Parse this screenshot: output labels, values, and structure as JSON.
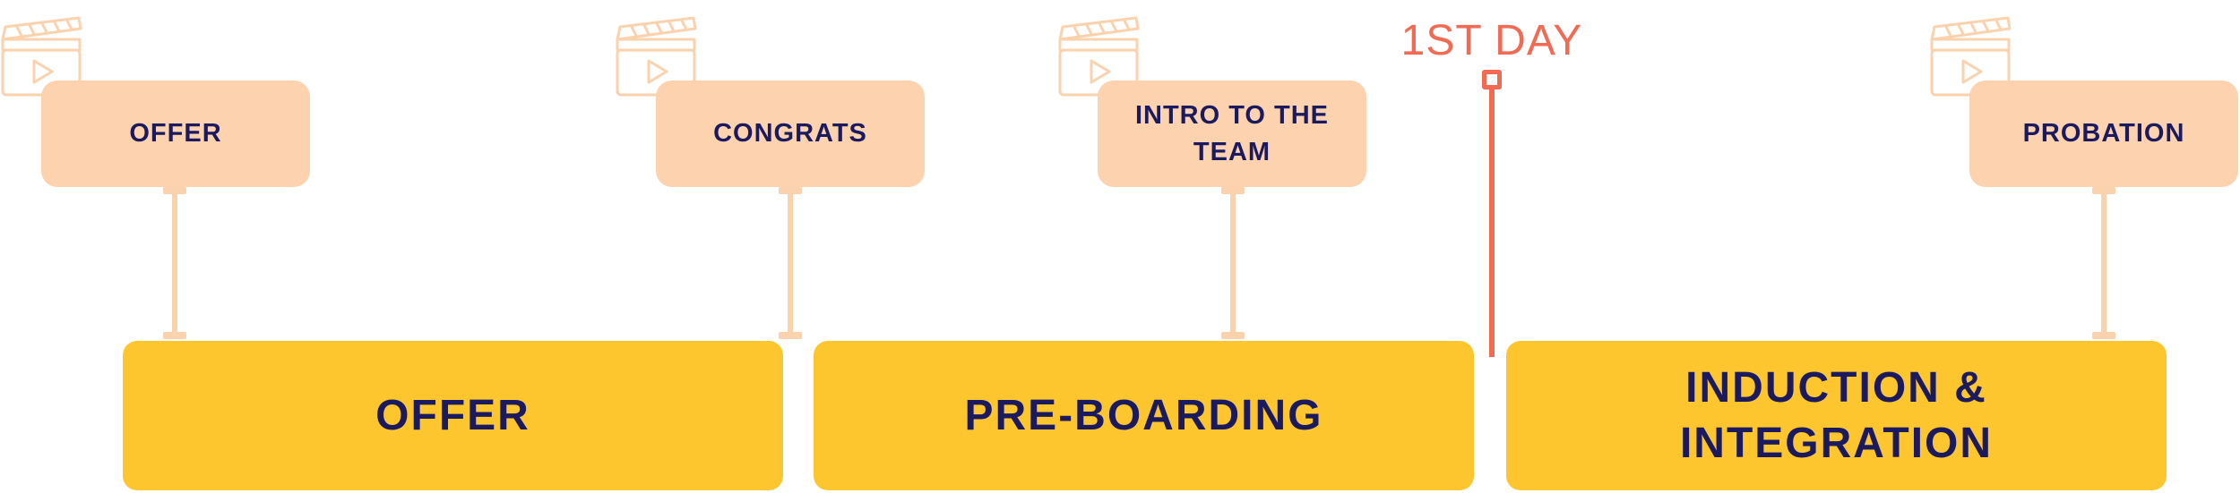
{
  "milestone": {
    "label": "1ST DAY",
    "color": "#f26a52"
  },
  "phases": [
    {
      "label": "OFFER"
    },
    {
      "label": "PRE-BOARDING"
    },
    {
      "label": "INDUCTION & INTEGRATION"
    }
  ],
  "touchpoints": [
    {
      "label": "OFFER",
      "icon": "clapperboard-icon"
    },
    {
      "label": "CONGRATS",
      "icon": "clapperboard-icon"
    },
    {
      "label": "INTRO TO THE TEAM",
      "icon": "clapperboard-icon"
    },
    {
      "label": "PROBATION",
      "icon": "clapperboard-icon"
    }
  ],
  "colors": {
    "phase_fill": "#fdc62f",
    "card_fill": "#fdd2ae",
    "text": "#1b1a5e",
    "connector": "#fbd2ae"
  }
}
